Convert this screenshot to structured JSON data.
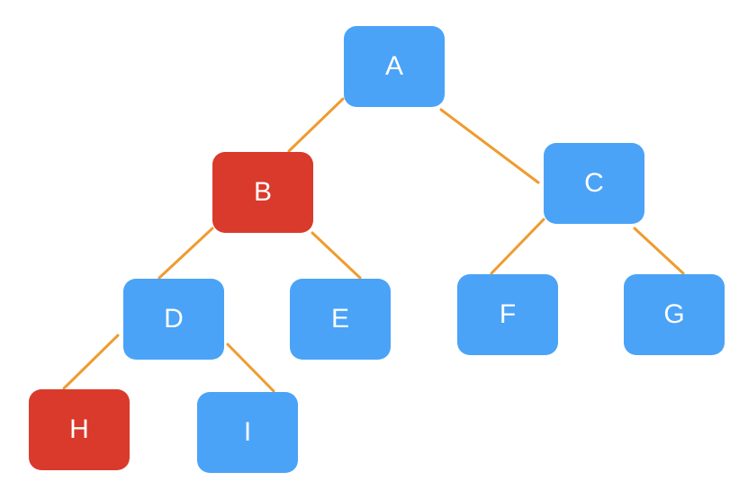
{
  "colors": {
    "node": "#4aa3f7",
    "highlighted_node": "#d93a2b",
    "edge": "#ef9b2f",
    "label": "#ffffff"
  },
  "nodes": {
    "a": {
      "label": "A",
      "highlighted": false
    },
    "b": {
      "label": "B",
      "highlighted": true
    },
    "c": {
      "label": "C",
      "highlighted": false
    },
    "d": {
      "label": "D",
      "highlighted": false
    },
    "e": {
      "label": "E",
      "highlighted": false
    },
    "f": {
      "label": "F",
      "highlighted": false
    },
    "g": {
      "label": "G",
      "highlighted": false
    },
    "h": {
      "label": "H",
      "highlighted": true
    },
    "i": {
      "label": "I",
      "highlighted": false
    }
  },
  "edges": [
    [
      "A",
      "B"
    ],
    [
      "A",
      "C"
    ],
    [
      "B",
      "D"
    ],
    [
      "B",
      "E"
    ],
    [
      "C",
      "F"
    ],
    [
      "C",
      "G"
    ],
    [
      "D",
      "H"
    ],
    [
      "D",
      "I"
    ]
  ]
}
